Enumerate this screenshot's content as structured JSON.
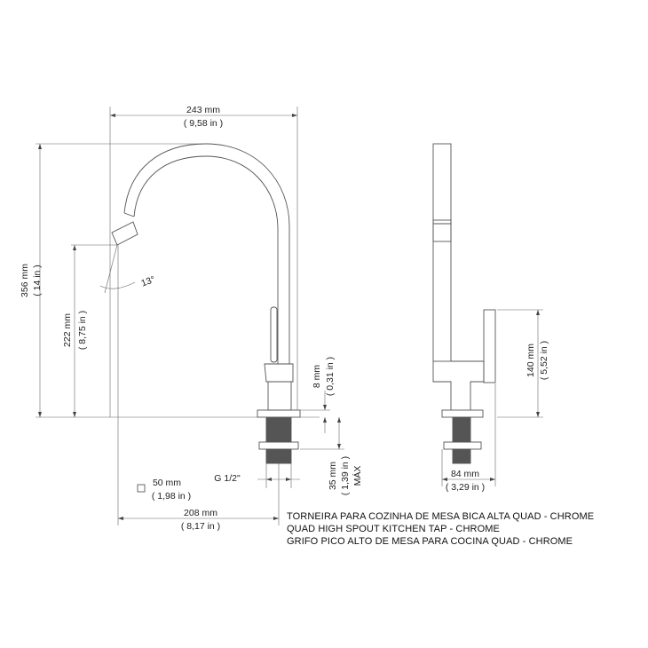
{
  "dimensions": {
    "width_mm": "243 mm",
    "width_in": "( 9,58 in )",
    "height_mm": "356 mm",
    "height_in": "( 14 in )",
    "spout_height_mm": "222 mm",
    "spout_height_in": "( 8,75 in )",
    "angle": "13°",
    "base_gap_mm": "8 mm",
    "base_gap_in": "( 0,31 in )",
    "counter_max_mm": "35 mm",
    "counter_max_in": "( 1,39 in )",
    "counter_max_label": "MÁX",
    "hole_mm": "50 mm",
    "hole_in": "( 1,98 in )",
    "thread": "G 1/2\"",
    "reach_mm": "208 mm",
    "reach_in": "( 8,17 in )",
    "side_height_mm": "140 mm",
    "side_height_in": "( 5,52 in )",
    "side_width_mm": "84 mm",
    "side_width_in": "( 3,29 in )"
  },
  "title": {
    "line_pt": "TORNEIRA PARA COZINHA DE MESA BICA ALTA QUAD - CHROME",
    "line_en": "QUAD HIGH SPOUT KITCHEN TAP - CHROME",
    "line_es": "GRIFO PICO ALTO DE MESA PARA COCINA QUAD - CHROME"
  }
}
